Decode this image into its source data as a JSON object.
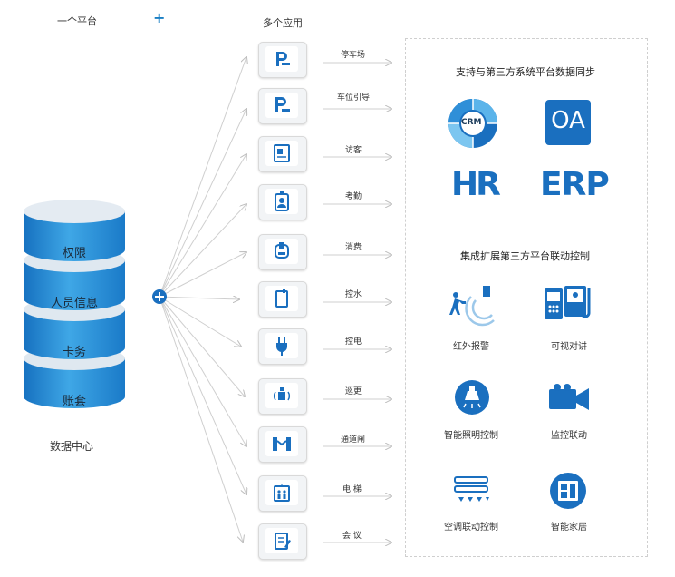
{
  "header": {
    "left_title": "一个平台",
    "plus": "+",
    "center_title": "多个应用"
  },
  "database": {
    "layers": [
      "权限",
      "人员信息",
      "卡务",
      "账套"
    ],
    "caption": "数据中心"
  },
  "apps": [
    {
      "label": "停车场",
      "icon": "parking-icon"
    },
    {
      "label": "车位引导",
      "icon": "parking-guidance-icon"
    },
    {
      "label": "访客",
      "icon": "visitor-icon"
    },
    {
      "label": "考勤",
      "icon": "attendance-badge-icon"
    },
    {
      "label": "消费",
      "icon": "pos-terminal-icon"
    },
    {
      "label": "控水",
      "icon": "water-card-icon"
    },
    {
      "label": "控电",
      "icon": "power-plug-icon"
    },
    {
      "label": "巡更",
      "icon": "patrol-icon"
    },
    {
      "label": "通道闸",
      "icon": "turnstile-gate-icon"
    },
    {
      "label": "电  梯",
      "icon": "elevator-icon"
    },
    {
      "label": "会  议",
      "icon": "meeting-document-icon"
    }
  ],
  "sync_section": {
    "title": "支持与第三方系统平台数据同步",
    "systems": [
      "CRM",
      "OA",
      "HR",
      "ERP"
    ]
  },
  "control_section": {
    "title": "集成扩展第三方平台联动控制",
    "items": [
      {
        "label": "红外报警",
        "icon": "infrared-alarm-icon"
      },
      {
        "label": "可视对讲",
        "icon": "video-intercom-icon"
      },
      {
        "label": "智能照明控制",
        "icon": "smart-lighting-icon"
      },
      {
        "label": "监控联动",
        "icon": "surveillance-camera-icon"
      },
      {
        "label": "空调联动控制",
        "icon": "air-conditioner-icon"
      },
      {
        "label": "智能家居",
        "icon": "smart-home-icon"
      }
    ]
  },
  "colors": {
    "primary_blue": "#1a6fbf",
    "db_blue": "#2a8fd6",
    "line_gray": "#c8c8c8"
  }
}
